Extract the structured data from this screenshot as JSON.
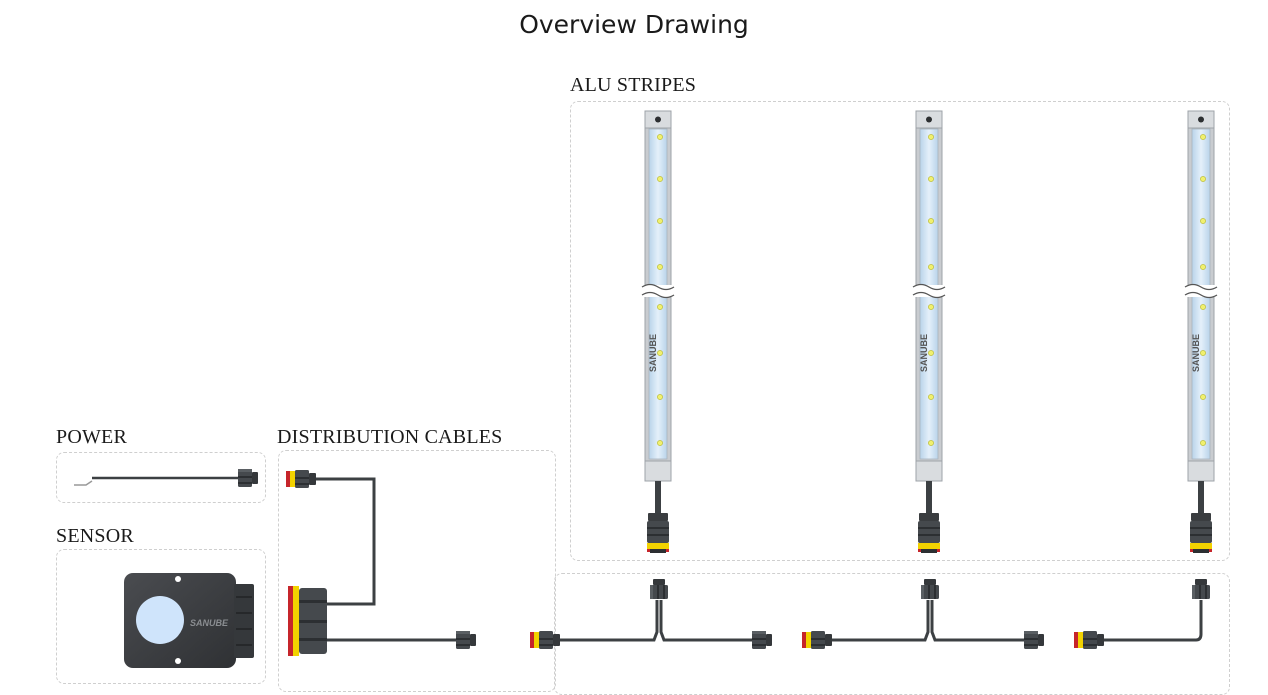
{
  "title": "Overview Drawing",
  "sections": {
    "power": "POWER",
    "sensor": "SENSOR",
    "distribution": "DISTRIBUTION CABLES",
    "alu": "ALU STRIPES"
  },
  "brand": "SANUBE",
  "colors": {
    "cable": "#3c4043",
    "connector": "#3f4347",
    "seal_red": "#c6252b",
    "seal_yellow": "#f2d200",
    "strip_frame": "#c9ccd0",
    "strip_glass": "#cfe2f2",
    "led": "#f0f06e",
    "sensor_body": "#3c3e41",
    "sensor_lens": "#cfe4fb"
  }
}
